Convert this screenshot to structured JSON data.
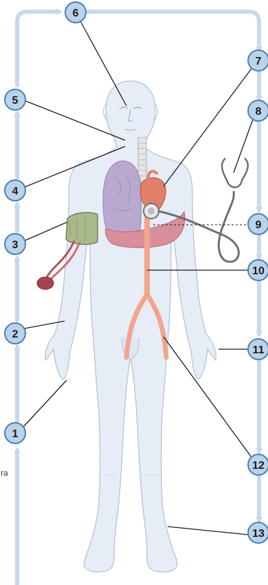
{
  "colors": {
    "badge_fill": "#b9d3ea",
    "badge_stroke": "#4d7fb0",
    "arrow_track": "#c9d8ee",
    "body_fill": "#e6edf7",
    "body_stroke": "#b8c6d9",
    "lung": "#b9a9cf",
    "liver": "#d98f9b",
    "artery": "#f2a58c",
    "cuff": "#a9b98b",
    "bulb": "#a8434e",
    "stethoscope": "#6e6e6e"
  },
  "markers": [
    {
      "id": "1",
      "label": "1"
    },
    {
      "id": "2",
      "label": "2"
    },
    {
      "id": "3",
      "label": "3"
    },
    {
      "id": "4",
      "label": "4"
    },
    {
      "id": "5",
      "label": "5"
    },
    {
      "id": "6",
      "label": "6"
    },
    {
      "id": "7",
      "label": "7"
    },
    {
      "id": "8",
      "label": "8"
    },
    {
      "id": "9",
      "label": "9"
    },
    {
      "id": "10",
      "label": "10"
    },
    {
      "id": "11",
      "label": "11"
    },
    {
      "id": "12",
      "label": "12"
    },
    {
      "id": "13",
      "label": "13"
    }
  ],
  "fragment_text": "ra"
}
